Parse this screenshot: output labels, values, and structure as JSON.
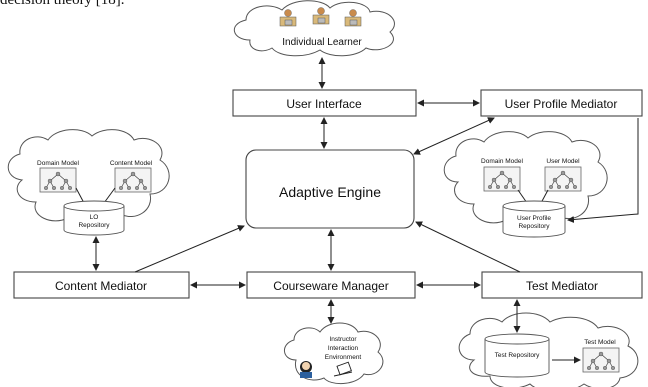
{
  "caption": "decision theory [18].",
  "nodes": {
    "individual_learner": "Individual Learner",
    "user_interface": "User Interface",
    "user_profile_mediator": "User Profile Mediator",
    "adaptive_engine": "Adaptive Engine",
    "content_mediator": "Content Mediator",
    "courseware_manager": "Courseware Manager",
    "test_mediator": "Test Mediator"
  },
  "left_cloud": {
    "domain_model": "Domain Model",
    "content_model": "Content Model",
    "repo_line1": "LO",
    "repo_line2": "Repository"
  },
  "right_cloud": {
    "domain_model": "Domain Model",
    "user_model": "User Model",
    "repo_line1": "User Profile",
    "repo_line2": "Repository"
  },
  "bottom_cloud": {
    "line1": "Instructor",
    "line2": "Interaction",
    "line3": "Environment"
  },
  "test_cloud": {
    "test_repository": "Test Repository",
    "test_model": "Test Model"
  }
}
